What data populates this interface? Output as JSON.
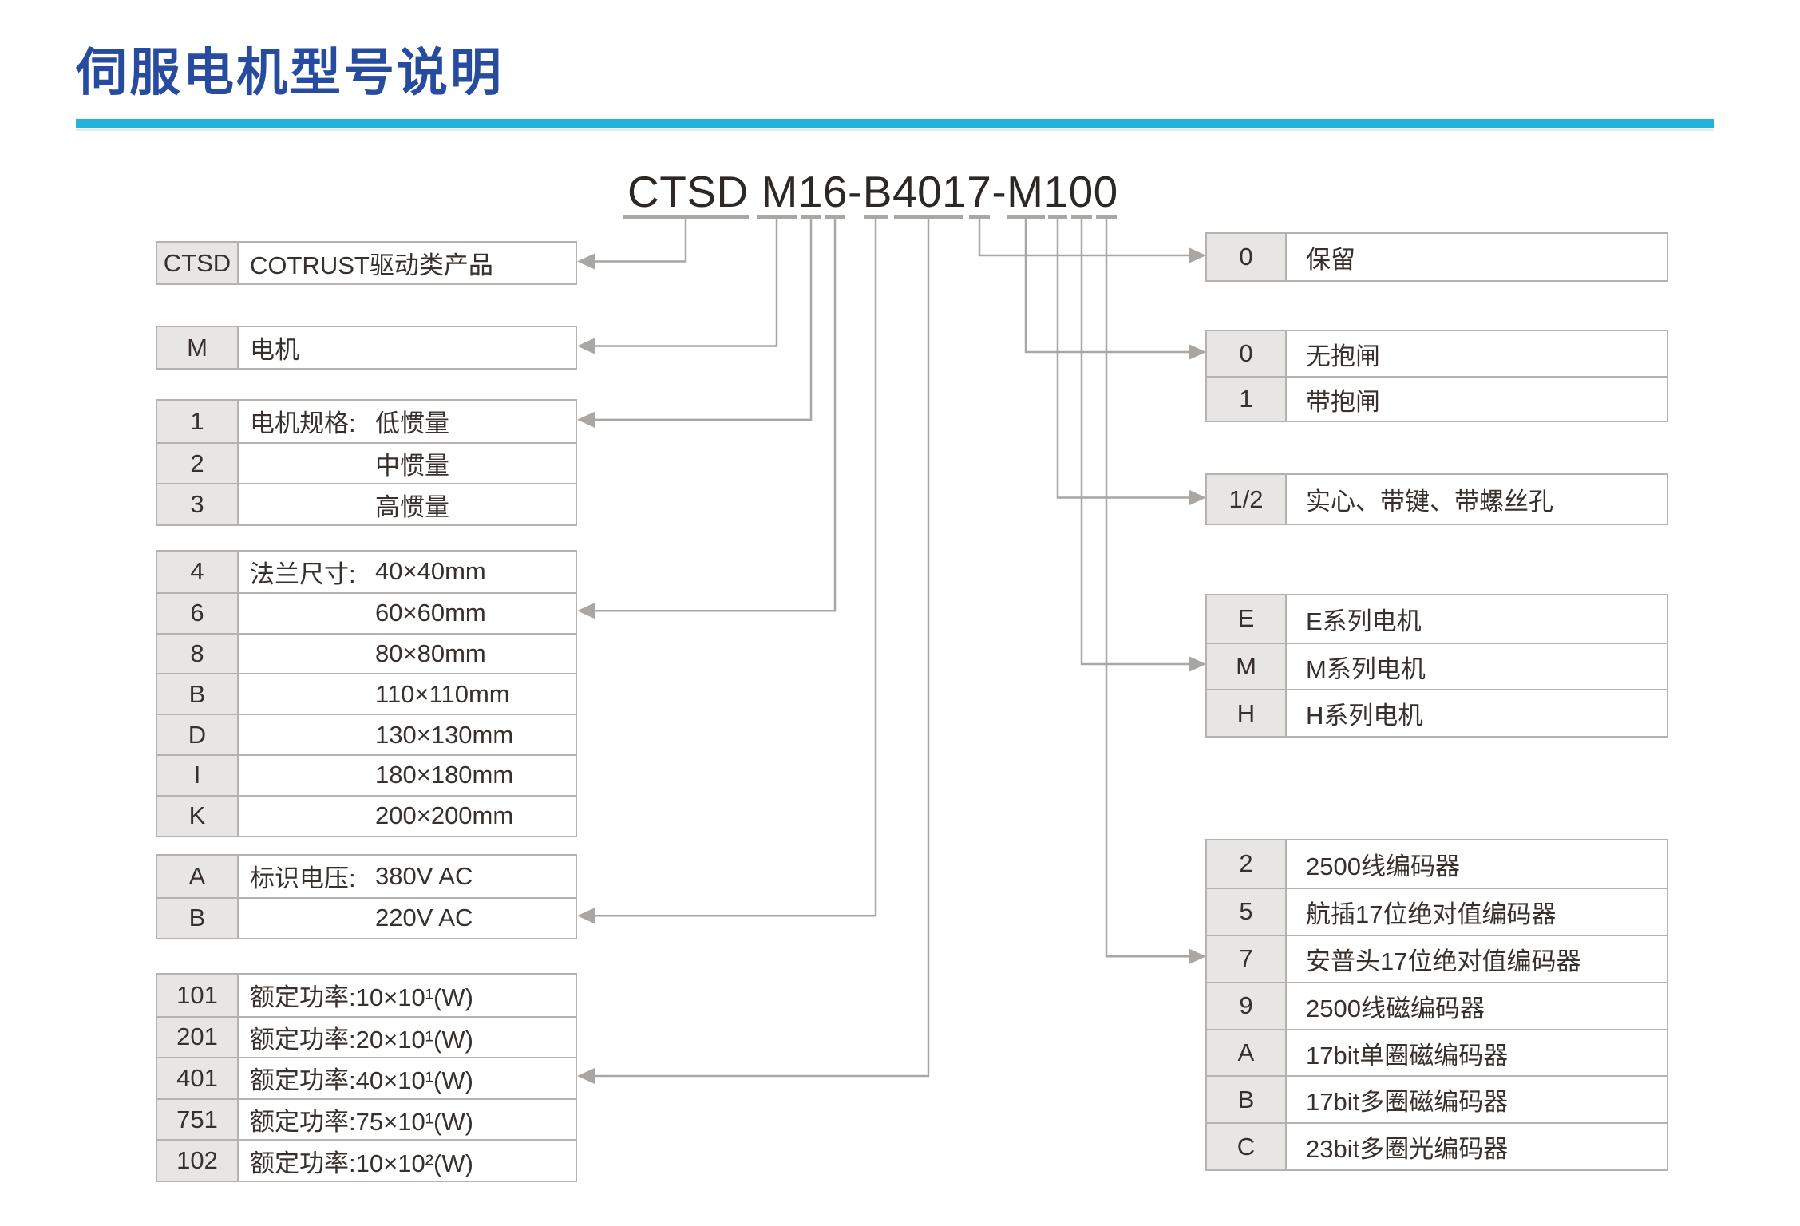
{
  "title": "伺服电机型号说明",
  "model_code": "CTSD M16-B4017-M100",
  "colors": {
    "title_blue": "#274b9f",
    "rule_cyan": "#23b2d8",
    "line_gray": "#a9a6a3",
    "border_gray": "#b5b2af",
    "cell_gray": "#e8e6e4",
    "text_dark": "#37302d",
    "code_black": "#2d2825"
  },
  "left_tables": [
    {
      "name": "product",
      "arrow_row": 0,
      "rows": [
        {
          "key": "CTSD",
          "text": "COTRUST驱动类产品"
        }
      ]
    },
    {
      "name": "motor",
      "arrow_row": 0,
      "rows": [
        {
          "key": "M",
          "text": "电机"
        }
      ]
    },
    {
      "name": "inertia",
      "arrow_row": 0,
      "rows": [
        {
          "key": "1",
          "label": "电机规格:",
          "value": "低惯量"
        },
        {
          "key": "2",
          "label": "",
          "value": "中惯量"
        },
        {
          "key": "3",
          "label": "",
          "value": "高惯量"
        }
      ]
    },
    {
      "name": "flange",
      "arrow_row": 1,
      "rows": [
        {
          "key": "4",
          "label": "法兰尺寸:",
          "value": "40×40mm"
        },
        {
          "key": "6",
          "label": "",
          "value": "60×60mm"
        },
        {
          "key": "8",
          "label": "",
          "value": "80×80mm"
        },
        {
          "key": "B",
          "label": "",
          "value": "110×110mm"
        },
        {
          "key": "D",
          "label": "",
          "value": "130×130mm"
        },
        {
          "key": "I",
          "label": "",
          "value": "180×180mm"
        },
        {
          "key": "K",
          "label": "",
          "value": "200×200mm"
        }
      ]
    },
    {
      "name": "voltage",
      "arrow_row": 1,
      "rows": [
        {
          "key": "A",
          "label": "标识电压:",
          "value": "380V AC"
        },
        {
          "key": "B",
          "label": "",
          "value": "220V AC"
        }
      ]
    },
    {
      "name": "power",
      "arrow_row": 2,
      "rows": [
        {
          "key": "101",
          "text": "额定功率:10×10¹(W)"
        },
        {
          "key": "201",
          "text": "额定功率:20×10¹(W)"
        },
        {
          "key": "401",
          "text": "额定功率:40×10¹(W)"
        },
        {
          "key": "751",
          "text": "额定功率:75×10¹(W)"
        },
        {
          "key": "102",
          "text": "额定功率:10×10²(W)"
        }
      ]
    }
  ],
  "right_tables": [
    {
      "name": "reserved",
      "arrow_row": 0,
      "rows": [
        {
          "key": "0",
          "text": "保留"
        }
      ]
    },
    {
      "name": "brake",
      "arrow_row": 0,
      "rows": [
        {
          "key": "0",
          "text": "无抱闸"
        },
        {
          "key": "1",
          "text": "带抱闸"
        }
      ]
    },
    {
      "name": "shaft",
      "arrow_row": 0,
      "rows": [
        {
          "key": "1/2",
          "text": "实心、带键、带螺丝孔"
        }
      ]
    },
    {
      "name": "series",
      "arrow_row": 1,
      "rows": [
        {
          "key": "E",
          "text": "E系列电机"
        },
        {
          "key": "M",
          "text": "M系列电机"
        },
        {
          "key": "H",
          "text": "H系列电机"
        }
      ]
    },
    {
      "name": "encoder",
      "arrow_row": 2,
      "rows": [
        {
          "key": "2",
          "text": "2500线编码器"
        },
        {
          "key": "5",
          "text": "航插17位绝对值编码器"
        },
        {
          "key": "7",
          "text": "安普头17位绝对值编码器"
        },
        {
          "key": "9",
          "text": "2500线磁编码器"
        },
        {
          "key": "A",
          "text": "17bit单圈磁编码器"
        },
        {
          "key": "B",
          "text": "17bit多圈磁编码器"
        },
        {
          "key": "C",
          "text": "23bit多圈光编码器"
        }
      ]
    }
  ]
}
